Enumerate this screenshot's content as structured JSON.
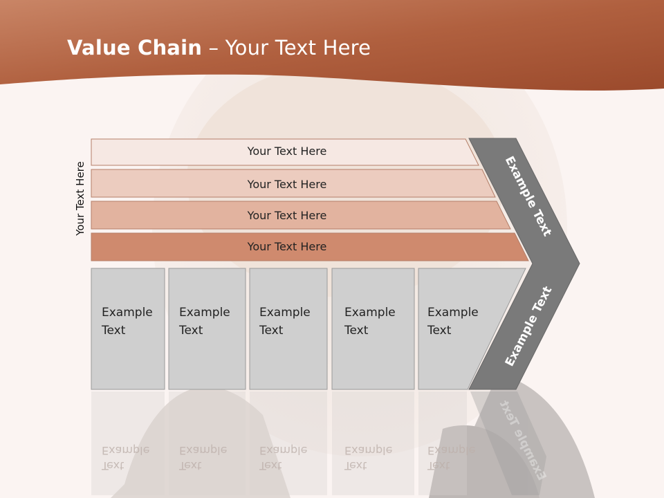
{
  "slide": {
    "title_bold": "Value Chain",
    "title_rest": " – Your Text Here",
    "vertical_label": "Your Text Here"
  },
  "bars": [
    {
      "label": "Your Text Here"
    },
    {
      "label": "Your Text Here"
    },
    {
      "label": "Your Text Here"
    },
    {
      "label": "Your Text Here"
    }
  ],
  "boxes": [
    {
      "line1": "Example",
      "line2": "Text"
    },
    {
      "line1": "Example",
      "line2": "Text"
    },
    {
      "line1": "Example",
      "line2": "Text"
    },
    {
      "line1": "Example",
      "line2": "Text"
    },
    {
      "line1": "Example",
      "line2": "Text"
    }
  ],
  "chevron": {
    "upper_text": "Example Text",
    "lower_text": "Example Text"
  },
  "colors": {
    "header": "#b25a38",
    "bar1": "#f6e8e3",
    "bar2": "#ecccbf",
    "bar3": "#e2b39f",
    "bar4": "#cf8a6e",
    "box": "#cfcfcf",
    "chevron": "#7a7a7a"
  }
}
